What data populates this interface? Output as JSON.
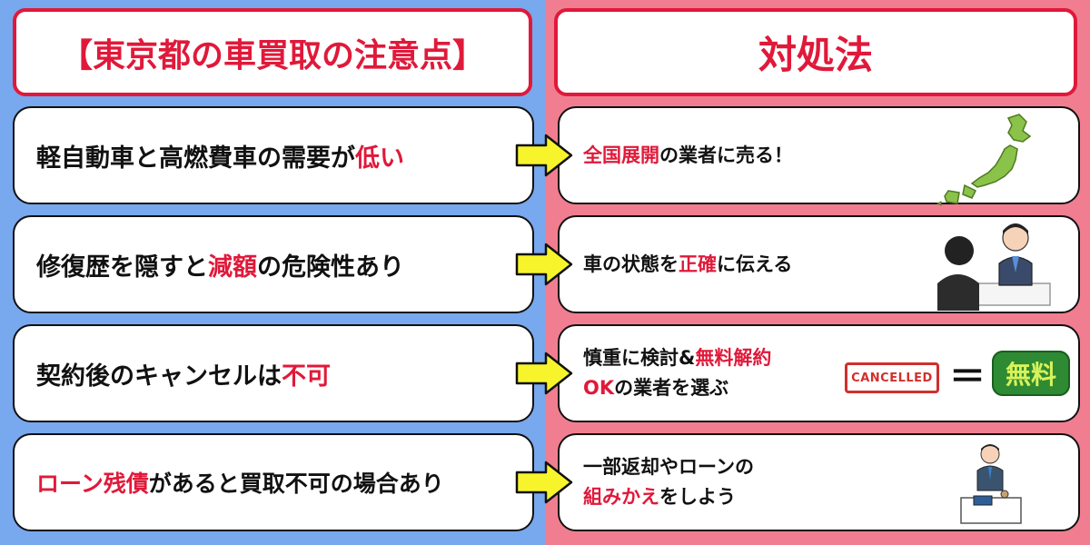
{
  "left_header": "【東京都の車買取の注意点】",
  "right_header": "対処法",
  "rows": [
    {
      "problem": {
        "a": "軽自動車と高燃費車の需要が",
        "b": "低い",
        "c": ""
      },
      "solution": {
        "a": "",
        "b": "全国展開",
        "c": "の業者に売る！",
        "d": "",
        "e": ""
      }
    },
    {
      "problem": {
        "a": "修復歴を隠すと",
        "b": "減額",
        "c": "の危険性あり"
      },
      "solution": {
        "a": "車の状態を",
        "b": "正確",
        "c": "に伝える",
        "d": "",
        "e": ""
      }
    },
    {
      "problem": {
        "a": "契約後のキャンセルは",
        "b": "不可",
        "c": ""
      },
      "solution": {
        "a": "慎重に検討&",
        "b": "無料解約",
        "c": "",
        "d": "OK",
        "e": "の業者を選ぶ"
      }
    },
    {
      "problem": {
        "a": "",
        "b": "ローン残債",
        "c": "があると買取不可の場合あり"
      },
      "solution": {
        "a": "一部返却やローンの",
        "b": "",
        "c": "",
        "d": "組みかえ",
        "e": "をしよう"
      }
    }
  ],
  "stamp_text": "CANCELLED",
  "equals_sign": "＝",
  "free_badge": "無料",
  "icons": [
    "japan-map-icon",
    "consultation-people-icon",
    "businessman-desk-icon",
    "arrow-right-icon"
  ],
  "colors": {
    "left_bg": "#78a8ee",
    "right_bg": "#f07e90",
    "accent_red": "#e0193a",
    "arrow_yellow": "#f7f42c",
    "map_green": "#8bc34a",
    "badge_green": "#2e8a33"
  }
}
